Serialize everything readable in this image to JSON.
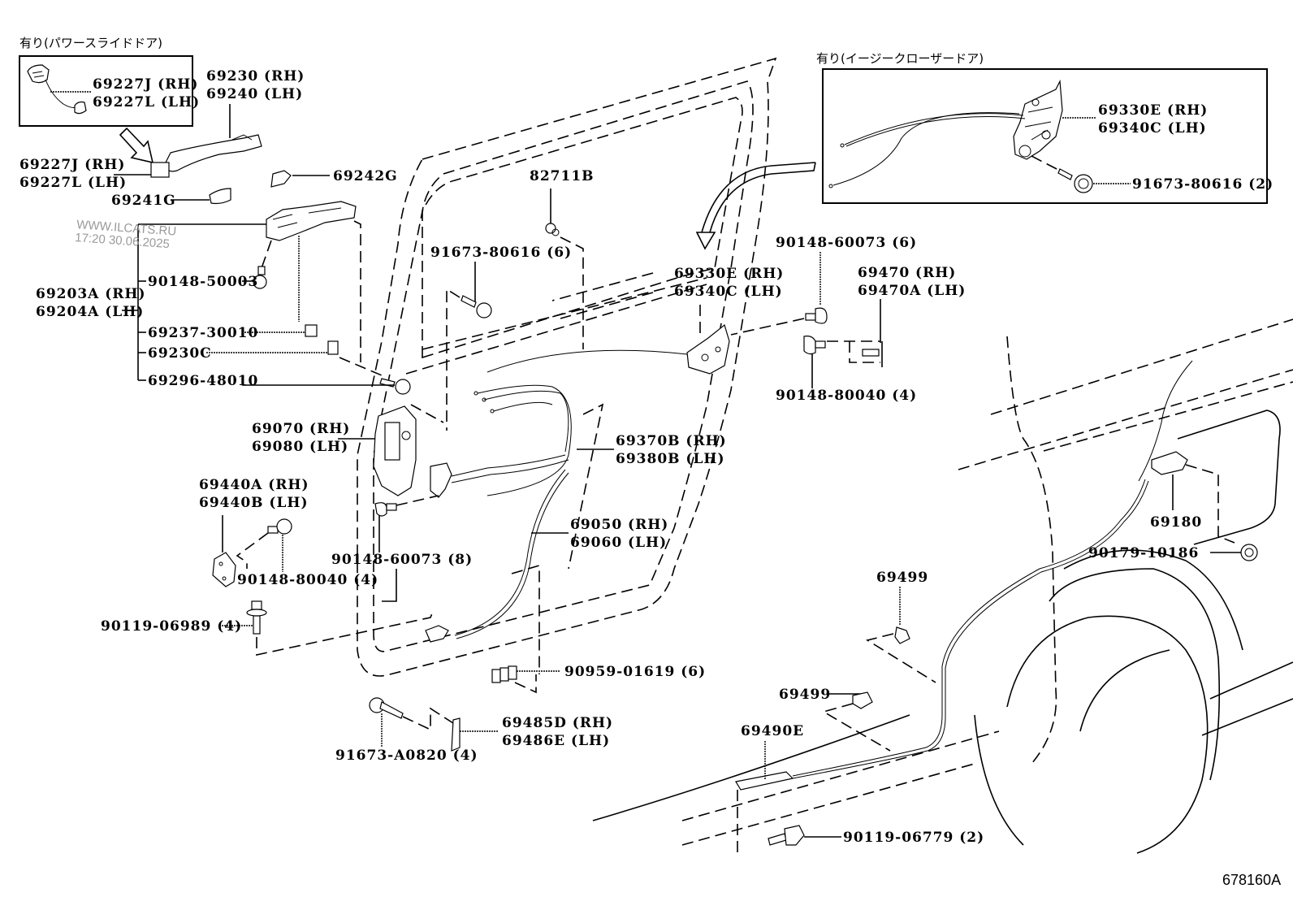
{
  "diagram": {
    "title_code": "678160A",
    "watermark": {
      "site": "WWW.ILCATS.RU",
      "datetime": "17:20 30.06.2025"
    },
    "insets": {
      "power_slide": {
        "caption": "有り(パワースライドドア)",
        "labels": [
          "69227J (RH)",
          "69227L (LH)"
        ]
      },
      "easy_closer": {
        "caption": "有り(イージークローザードア)",
        "labels": [
          "69330E (RH)",
          "69340C (LH)"
        ],
        "bolt": "91673-80616 (2)"
      }
    },
    "labels": {
      "handle": [
        "69230 (RH)",
        "69240 (LH)"
      ],
      "switch": [
        "69227J (RH)",
        "69227L (LH)"
      ],
      "cap_69241G": "69241G",
      "cap_69242G": "69242G",
      "frame_assy": [
        "69203A (RH)",
        "69204A (LH)"
      ],
      "bolt_90148_50003": "90148-50003",
      "clip_69237": "69237-30010",
      "clip_69230C": "69230C",
      "screw_69296": "69296-48010",
      "clip_82711B": "82711B",
      "bolt_91673_6": "91673-80616 (6)",
      "lock_main": [
        "69330E (RH)",
        "69340C (LH)"
      ],
      "screw_90148_60073_6": "90148-60073 (6)",
      "striker": [
        "69470 (RH)",
        "69470A (LH)"
      ],
      "screw_90148_80040_4a": "90148-80040 (4)",
      "closer": [
        "69070 (RH)",
        "69080 (LH)"
      ],
      "cable_69370": [
        "69370B (RH)",
        "69380B (LH)"
      ],
      "hinge_69440": [
        "69440A (RH)",
        "69440B (LH)"
      ],
      "screw_90148_80040_4b": "90148-80040 (4)",
      "screw_90148_60073_8": "90148-60073 (8)",
      "cable_69050": [
        "69050 (RH)",
        "69060 (LH)"
      ],
      "bolt_90119_06989": "90119-06989 (4)",
      "clip_90959": "90959-01619 (6)",
      "bolt_91673_A0820": "91673-A0820 (4)",
      "bracket_69485": [
        "69485D (RH)",
        "69486E (LH)"
      ],
      "clip_69499_a": "69499",
      "clip_69499_b": "69499",
      "cable_69490E": "69490E",
      "bolt_90119_06779": "90119-06779 (2)",
      "fuel_lid_69180": "69180",
      "nut_90179": "90179-10186"
    }
  }
}
